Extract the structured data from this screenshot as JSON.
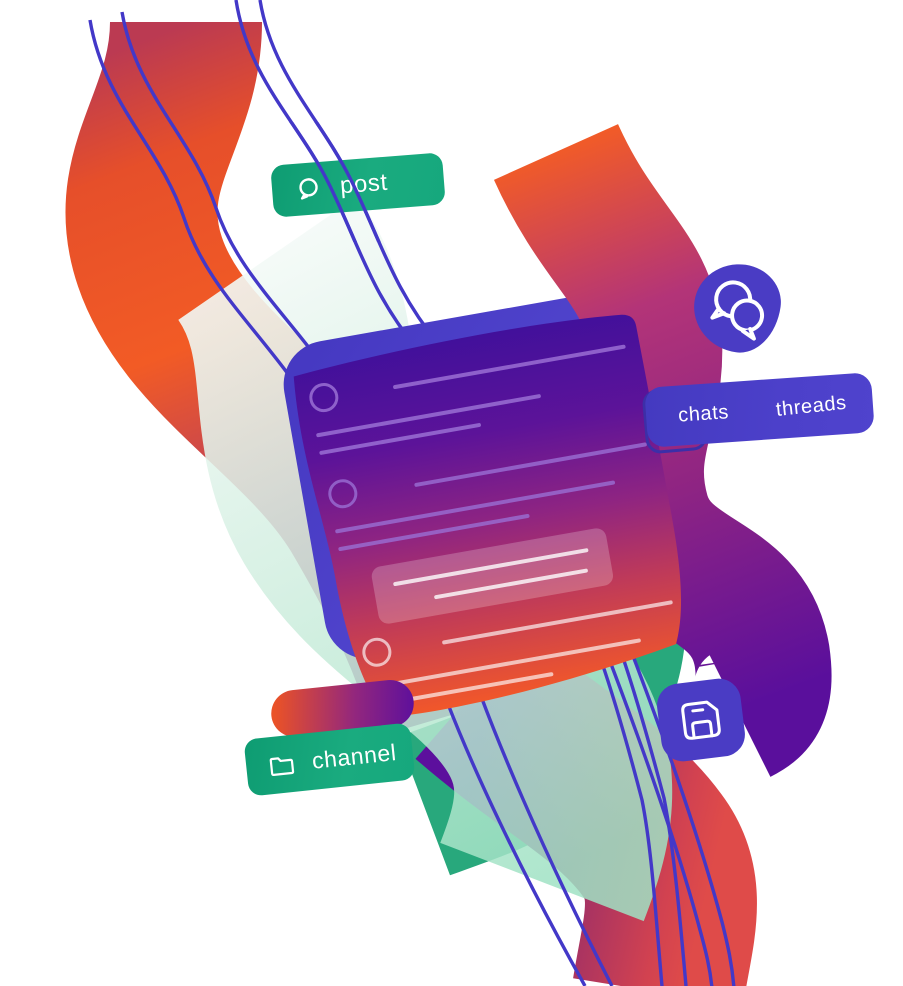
{
  "scene": {
    "background_color": "#ffffff",
    "tags": {
      "post": "post",
      "chats": "chats",
      "threads": "threads",
      "channel": "channel"
    },
    "icons": {
      "post_tag": "speech-bubble",
      "channel_tag": "folder",
      "top_right_badge": "overlapping-chat-bubbles",
      "bottom_right_badge": "floppy-disk-save"
    },
    "colors": {
      "tag_green": "#17a87d",
      "tag_indigo": "#4a3ec5",
      "line_indigo": "#4338c8",
      "badge_indigo": "#4a3cc4",
      "card_top_purple": "#40109b",
      "card_bottom_orange": "#f1572a",
      "ribbon_orange": "#f25b25",
      "ribbon_magenta": "#b33478",
      "ribbon_deep_purple": "#5a0f9c",
      "ribbon_teal": "#28a87c",
      "ribbon_mint": "#cdeede",
      "backing_blue": "#4c41cc"
    }
  }
}
